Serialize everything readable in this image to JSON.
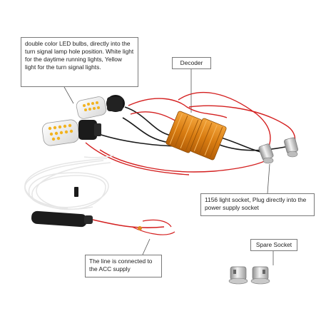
{
  "callouts": {
    "bulbs": "double color LED bulbs, directly into the turn signal lamp hole position. White light for the daytime running lights, Yellow light for the turn signal lights.",
    "decoder": "Decoder",
    "socket_1156": "1156 light socket, Plug directly into the power supply socket",
    "acc_line": "The line is connected to the ACC supply",
    "spare_socket": "Spare Socket"
  },
  "colors": {
    "wire_red": "#d42020",
    "wire_black": "#1a1a1a",
    "wire_white": "#e6e6e6",
    "decoder_orange": "#e08a1e",
    "led_yellow": "#f2b320",
    "chrome": "#cfcfcf"
  }
}
